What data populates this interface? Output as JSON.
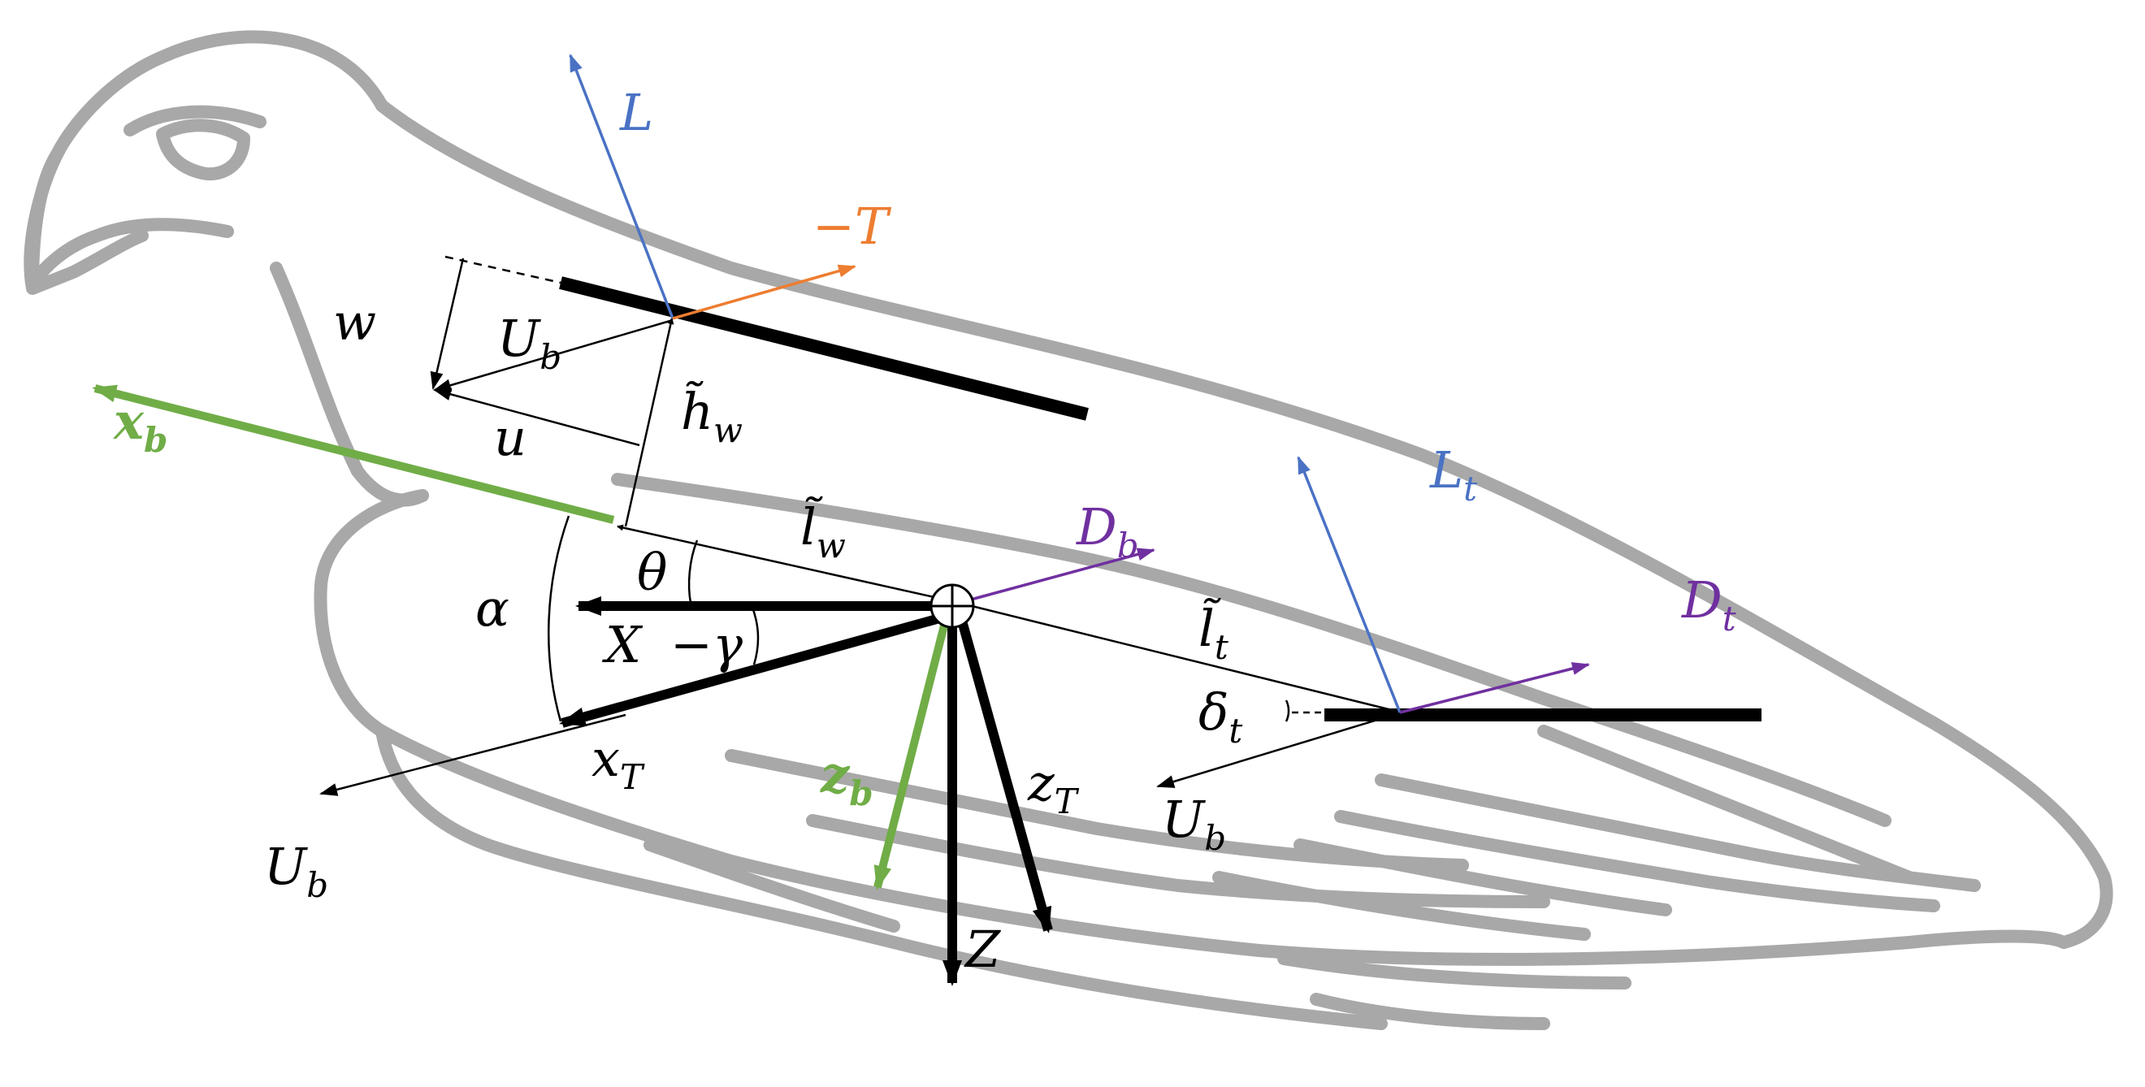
{
  "colors": {
    "outline": "#a8a8a8",
    "black": "#000000",
    "blue": "#4a72c4",
    "orange": "#ed7d31",
    "purple": "#7030a0",
    "green": "#70ad47"
  },
  "labels": {
    "L": "L",
    "minus_T": "−T",
    "w": "w",
    "U_b_top": {
      "main": "U",
      "sub": "b"
    },
    "h_w": {
      "main": "h̃",
      "sub": "w"
    },
    "u": "u",
    "x_b": {
      "main": "x",
      "sub": "b"
    },
    "l_w": {
      "main": "l̃",
      "sub": "w"
    },
    "D_b": {
      "main": "D",
      "sub": "b"
    },
    "theta": "θ",
    "alpha": "α",
    "X": "X",
    "minus_gamma": "−γ",
    "x_T": {
      "main": "x",
      "sub": "T"
    },
    "U_b_left": {
      "main": "U",
      "sub": "b"
    },
    "z_b": {
      "main": "z",
      "sub": "b"
    },
    "z_T": {
      "main": "z",
      "sub": "T"
    },
    "Z": "Z",
    "L_t": {
      "main": "L",
      "sub": "t"
    },
    "D_t": {
      "main": "D",
      "sub": "t"
    },
    "l_t": {
      "main": "l̃",
      "sub": "t"
    },
    "delta_t": {
      "main": "δ",
      "sub": "t"
    },
    "U_b_right": {
      "main": "U",
      "sub": "b"
    }
  }
}
